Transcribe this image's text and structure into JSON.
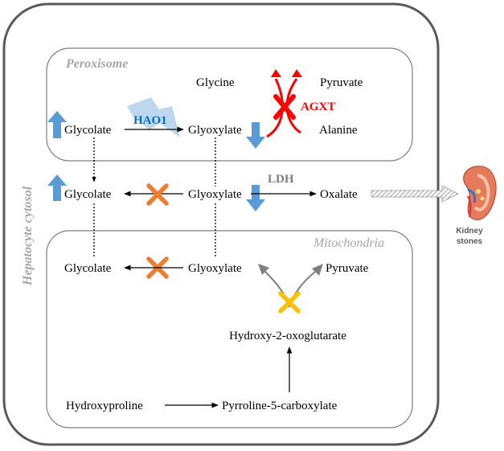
{
  "labels": {
    "cytosol": "Hepatocyte cytosol",
    "peroxisome": "Peroxisome",
    "mitochondria": "Mitochondria",
    "kidney_line1": "Kidney",
    "kidney_line2": "stones"
  },
  "enzymes": {
    "hao1": "HAO1",
    "agxt": "AGXT",
    "ldh": "LDH"
  },
  "peroxisome": {
    "glycine": "Glycine",
    "pyruvate": "Pyruvate",
    "glycolate": "Glycolate",
    "glyoxylate": "Glyoxylate",
    "alanine": "Alanine"
  },
  "cytosol": {
    "glycolate": "Glycolate",
    "glyoxylate": "Glyoxylate",
    "oxalate": "Oxalate"
  },
  "mitochondria": {
    "glycolate": "Glycolate",
    "glyoxylate": "Glyoxylate",
    "pyruvate": "Pyruvate",
    "hydroxy_oxoglutarate": "Hydroxy-2-oxoglutarate",
    "hydroxyproline": "Hydroxyproline",
    "pyrroline": "Pyrroline-5-carboxylate"
  },
  "colors": {
    "blue_arrow": "#5b9bd5",
    "red_block": "#ff0000",
    "orange_block": "#ed7d31",
    "yellow_block": "#ffc000",
    "hao1_text": "#0070c0",
    "grey_label": "#a6a6a6"
  }
}
